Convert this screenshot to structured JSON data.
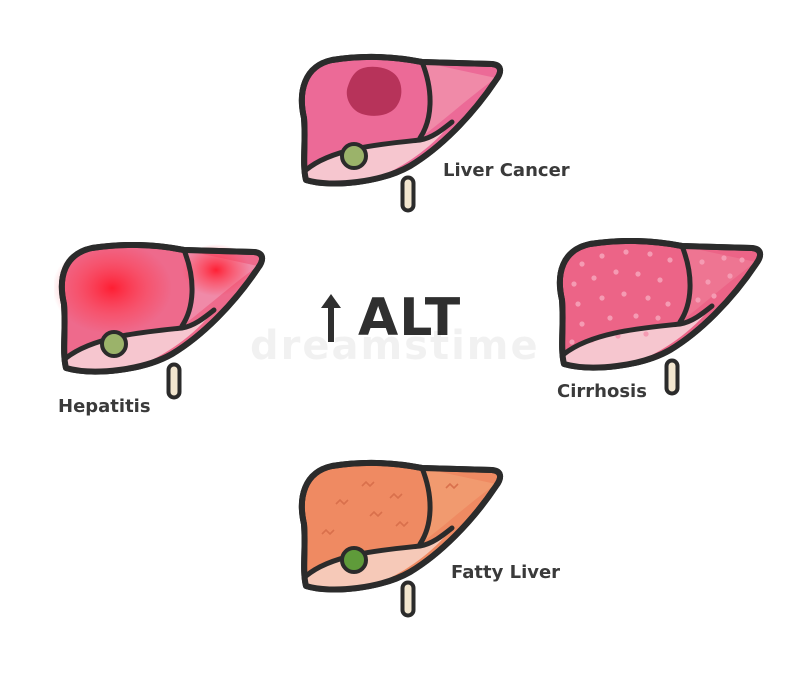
{
  "center": {
    "arrow": "↑",
    "text": "ALT"
  },
  "conditions": [
    {
      "id": "liver-cancer",
      "label": "Liver Cancer",
      "fill": "#ec6a97",
      "lobe_fill": "#f08aa8",
      "underside": "#f6c6cf",
      "feature": "tumor",
      "feature_color": "#b7335a"
    },
    {
      "id": "hepatitis",
      "label": "Hepatitis",
      "fill": "#ee6a8c",
      "lobe_fill": "#f08aa8",
      "underside": "#f6c6cf",
      "feature": "inflammation",
      "feature_color": "#ff2a3a"
    },
    {
      "id": "cirrhosis",
      "label": "Cirrhosis",
      "fill": "#ec6487",
      "lobe_fill": "#ee7592",
      "underside": "#f6c6cf",
      "feature": "nodules",
      "feature_color": "#f59bb3"
    },
    {
      "id": "fatty-liver",
      "label": "Fatty Liver",
      "fill": "#ef8a62",
      "lobe_fill": "#f19a6f",
      "underside": "#f6c9b8",
      "feature": "fat-streaks",
      "feature_color": "#d9704c"
    }
  ],
  "colors": {
    "outline": "#2b2b2b",
    "gallbladder": "#9bb36a",
    "gallbladder_fatty": "#5f9b3a",
    "stem": "#f2e6cf",
    "text": "#3a3a3a"
  },
  "watermark": "dreamstime"
}
